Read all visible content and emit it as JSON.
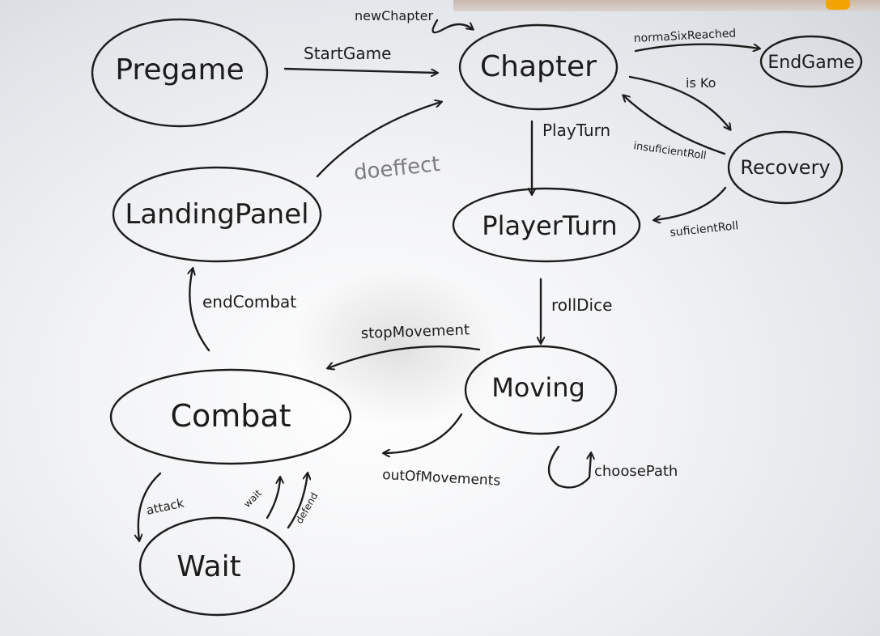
{
  "nodes": {
    "pregame": "Pregame",
    "chapter": "Chapter",
    "end_game": "EndGame",
    "recovery": "Recovery",
    "landing_panel": "LandingPanel",
    "player_turn": "PlayerTurn",
    "moving": "Moving",
    "combat": "Combat",
    "wait": "Wait"
  },
  "edges": {
    "new_chapter": "newChapter",
    "start_game": "StartGame",
    "norma_six_reached": "normaSixReached",
    "is_ko": "is Ko",
    "insuficient_roll": "insuficientRoll",
    "suficient_roll": "suficientRoll",
    "play_turn": "PlayTurn",
    "do_effect": "doeffect",
    "roll_dice": "rollDice",
    "stop_movement": "stopMovement",
    "end_combat": "endCombat",
    "out_of_movements": "outOfMovements",
    "choose_path": "choosePath",
    "attack": "attack",
    "wait_back": "wait",
    "defend": "defend"
  },
  "colors": {
    "ink": "#1c1c1c",
    "marker_cap": "#f2a500"
  }
}
